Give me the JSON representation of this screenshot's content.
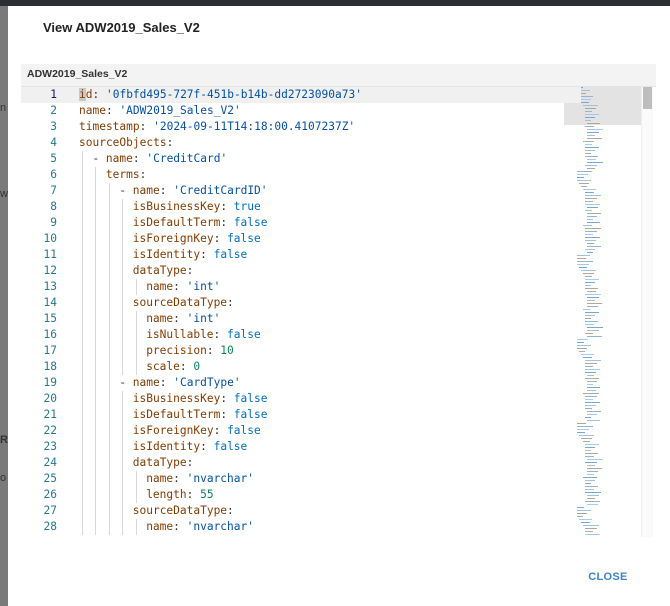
{
  "dialog": {
    "title": "View ADW2019_Sales_V2",
    "document_name": "ADW2019_Sales_V2",
    "close_label": "CLOSE"
  },
  "backdrop": {
    "letters": [
      "n",
      "w",
      "R",
      "o"
    ]
  },
  "editor": {
    "current_line": 1,
    "lines": [
      {
        "n": "1",
        "indent": 0,
        "parts": [
          [
            "k",
            "id"
          ],
          [
            "p",
            ": "
          ],
          [
            "s",
            "'0fbfd495-727f-451b-b14b-dd2723090a73'"
          ]
        ]
      },
      {
        "n": "2",
        "indent": 0,
        "parts": [
          [
            "k",
            "name"
          ],
          [
            "p",
            ": "
          ],
          [
            "s",
            "'ADW2019_Sales_V2'"
          ]
        ]
      },
      {
        "n": "3",
        "indent": 0,
        "parts": [
          [
            "k",
            "timestamp"
          ],
          [
            "p",
            ": "
          ],
          [
            "s",
            "'2024-09-11T14:18:00.4107237Z'"
          ]
        ]
      },
      {
        "n": "4",
        "indent": 0,
        "parts": [
          [
            "k",
            "sourceObjects"
          ],
          [
            "p",
            ":"
          ]
        ]
      },
      {
        "n": "5",
        "indent": 1,
        "parts": [
          [
            "p",
            "- "
          ],
          [
            "k",
            "name"
          ],
          [
            "p",
            ": "
          ],
          [
            "s",
            "'CreditCard'"
          ]
        ]
      },
      {
        "n": "6",
        "indent": 2,
        "parts": [
          [
            "k",
            "terms"
          ],
          [
            "p",
            ":"
          ]
        ]
      },
      {
        "n": "7",
        "indent": 3,
        "parts": [
          [
            "p",
            "- "
          ],
          [
            "k",
            "name"
          ],
          [
            "p",
            ": "
          ],
          [
            "s",
            "'CreditCardID'"
          ]
        ]
      },
      {
        "n": "8",
        "indent": 4,
        "parts": [
          [
            "k",
            "isBusinessKey"
          ],
          [
            "p",
            ": "
          ],
          [
            "b",
            "true"
          ]
        ]
      },
      {
        "n": "9",
        "indent": 4,
        "parts": [
          [
            "k",
            "isDefaultTerm"
          ],
          [
            "p",
            ": "
          ],
          [
            "b",
            "false"
          ]
        ]
      },
      {
        "n": "10",
        "indent": 4,
        "parts": [
          [
            "k",
            "isForeignKey"
          ],
          [
            "p",
            ": "
          ],
          [
            "b",
            "false"
          ]
        ]
      },
      {
        "n": "11",
        "indent": 4,
        "parts": [
          [
            "k",
            "isIdentity"
          ],
          [
            "p",
            ": "
          ],
          [
            "b",
            "false"
          ]
        ]
      },
      {
        "n": "12",
        "indent": 4,
        "parts": [
          [
            "k",
            "dataType"
          ],
          [
            "p",
            ":"
          ]
        ]
      },
      {
        "n": "13",
        "indent": 5,
        "parts": [
          [
            "k",
            "name"
          ],
          [
            "p",
            ": "
          ],
          [
            "s",
            "'int'"
          ]
        ]
      },
      {
        "n": "14",
        "indent": 4,
        "parts": [
          [
            "k",
            "sourceDataType"
          ],
          [
            "p",
            ":"
          ]
        ]
      },
      {
        "n": "15",
        "indent": 5,
        "parts": [
          [
            "k",
            "name"
          ],
          [
            "p",
            ": "
          ],
          [
            "s",
            "'int'"
          ]
        ]
      },
      {
        "n": "16",
        "indent": 5,
        "parts": [
          [
            "k",
            "isNullable"
          ],
          [
            "p",
            ": "
          ],
          [
            "b",
            "false"
          ]
        ]
      },
      {
        "n": "17",
        "indent": 5,
        "parts": [
          [
            "k",
            "precision"
          ],
          [
            "p",
            ": "
          ],
          [
            "n",
            "10"
          ]
        ]
      },
      {
        "n": "18",
        "indent": 5,
        "parts": [
          [
            "k",
            "scale"
          ],
          [
            "p",
            ": "
          ],
          [
            "n",
            "0"
          ]
        ]
      },
      {
        "n": "19",
        "indent": 3,
        "parts": [
          [
            "p",
            "- "
          ],
          [
            "k",
            "name"
          ],
          [
            "p",
            ": "
          ],
          [
            "s",
            "'CardType'"
          ]
        ]
      },
      {
        "n": "20",
        "indent": 4,
        "parts": [
          [
            "k",
            "isBusinessKey"
          ],
          [
            "p",
            ": "
          ],
          [
            "b",
            "false"
          ]
        ]
      },
      {
        "n": "21",
        "indent": 4,
        "parts": [
          [
            "k",
            "isDefaultTerm"
          ],
          [
            "p",
            ": "
          ],
          [
            "b",
            "false"
          ]
        ]
      },
      {
        "n": "22",
        "indent": 4,
        "parts": [
          [
            "k",
            "isForeignKey"
          ],
          [
            "p",
            ": "
          ],
          [
            "b",
            "false"
          ]
        ]
      },
      {
        "n": "23",
        "indent": 4,
        "parts": [
          [
            "k",
            "isIdentity"
          ],
          [
            "p",
            ": "
          ],
          [
            "b",
            "false"
          ]
        ]
      },
      {
        "n": "24",
        "indent": 4,
        "parts": [
          [
            "k",
            "dataType"
          ],
          [
            "p",
            ":"
          ]
        ]
      },
      {
        "n": "25",
        "indent": 5,
        "parts": [
          [
            "k",
            "name"
          ],
          [
            "p",
            ": "
          ],
          [
            "s",
            "'nvarchar'"
          ]
        ]
      },
      {
        "n": "26",
        "indent": 5,
        "parts": [
          [
            "k",
            "length"
          ],
          [
            "p",
            ": "
          ],
          [
            "n",
            "55"
          ]
        ]
      },
      {
        "n": "27",
        "indent": 4,
        "parts": [
          [
            "k",
            "sourceDataType"
          ],
          [
            "p",
            ":"
          ]
        ]
      },
      {
        "n": "28",
        "indent": 5,
        "parts": [
          [
            "k",
            "name"
          ],
          [
            "p",
            ": "
          ],
          [
            "s",
            "'nvarchar'"
          ]
        ]
      }
    ]
  },
  "colors": {
    "key": "#863b00",
    "string": "#0451a5",
    "boolean": "#0070c1",
    "number": "#098658",
    "line_number": "#237893",
    "close_button": "#3f83c7"
  },
  "icons": [
    "minimap",
    "vertical-scrollbar"
  ]
}
